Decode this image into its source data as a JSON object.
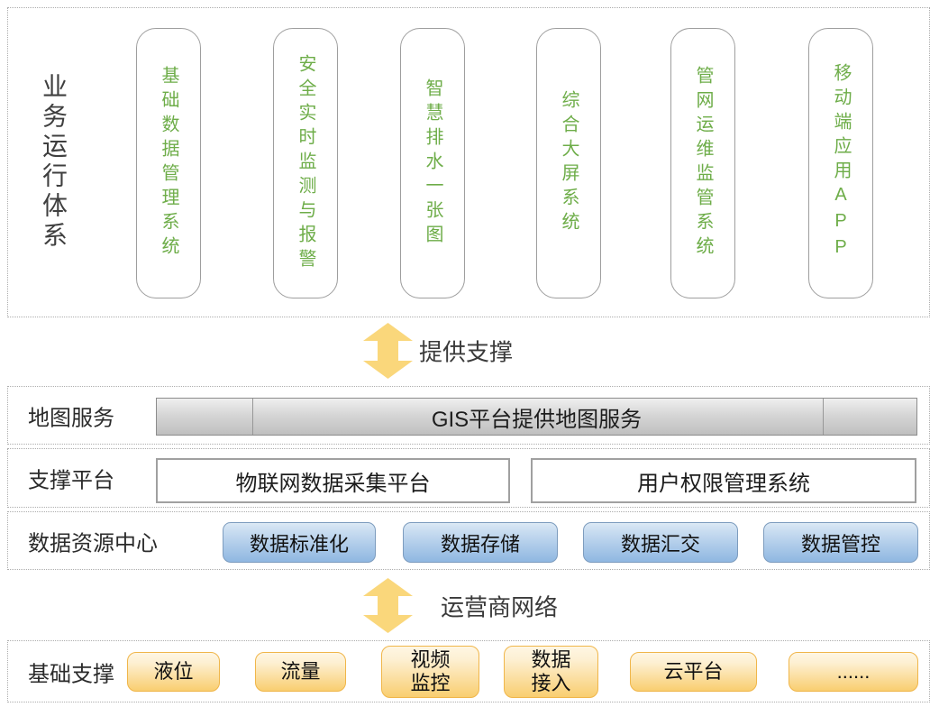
{
  "top_section": {
    "label": "业务运行体系",
    "pills": [
      "基础数据管理系统",
      "安全实时监测与报警",
      "智慧排水一张图",
      "综合大屏系统",
      "管网运维监管系统",
      "移动端应用APP"
    ]
  },
  "arrows": {
    "provide_support": "提供支撑",
    "carrier_network": "运营商网络"
  },
  "rows": {
    "map_service": {
      "label": "地图服务",
      "bar_text": "GIS平台提供地图服务"
    },
    "support_platform": {
      "label": "支撑平台",
      "boxes": [
        "物联网数据采集平台",
        "用户权限管理系统"
      ]
    },
    "data_center": {
      "label": "数据资源中心",
      "boxes": [
        "数据标准化",
        "数据存储",
        "数据汇交",
        "数据管控"
      ]
    },
    "basic_support": {
      "label": "基础支撑",
      "boxes": [
        "液位",
        "流量",
        "视频监控",
        "数据接入",
        "云平台",
        "......"
      ]
    }
  },
  "colors": {
    "green_text": "#6EAD49",
    "arrow_yellow": "#FAD77B",
    "blue_box_top": "#CBDEF1",
    "blue_box_bottom": "#8FB7E1",
    "blue_box_border": "#7D9CBE",
    "orange_box_top": "#FDF0D3",
    "orange_box_bottom": "#F9CE70",
    "orange_box_border": "#F0B64A",
    "gray_bar": "#CFCFCF",
    "dotted_border": "#ADADAD"
  }
}
